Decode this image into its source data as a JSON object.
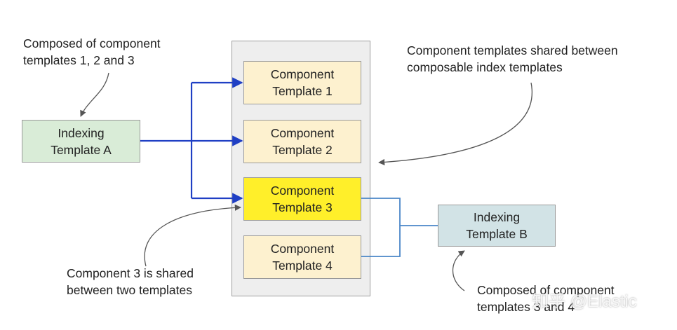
{
  "components": [
    {
      "line1": "Component",
      "line2": "Template 1"
    },
    {
      "line1": "Component",
      "line2": "Template 2"
    },
    {
      "line1": "Component",
      "line2": "Template 3"
    },
    {
      "line1": "Component",
      "line2": "Template 4"
    }
  ],
  "indexing_a": {
    "line1": "Indexing",
    "line2": "Template A"
  },
  "indexing_b": {
    "line1": "Indexing",
    "line2": "Template B"
  },
  "notes": {
    "composed_a": {
      "line1": "Composed of component",
      "line2": "templates 1, 2 and 3"
    },
    "shared_between": {
      "line1": "Component templates shared between",
      "line2": "composable index templates"
    },
    "component3_shared": {
      "line1": "Component 3 is shared",
      "line2": "between two templates"
    },
    "composed_b": {
      "line1": "Composed of component",
      "line2": "templates 3 and 4"
    }
  },
  "watermark": "知乎 @Elastic",
  "colors": {
    "component_fill": "#fdf1cf",
    "highlight_fill": "#ffef2a",
    "indexing_a_fill": "#d9ecd7",
    "indexing_b_fill": "#d2e3e6",
    "panel_fill": "#eeeeee",
    "arrow_a": "#1f3fc4",
    "line_b": "#4a86c8",
    "annotation_arrow": "#555555"
  }
}
